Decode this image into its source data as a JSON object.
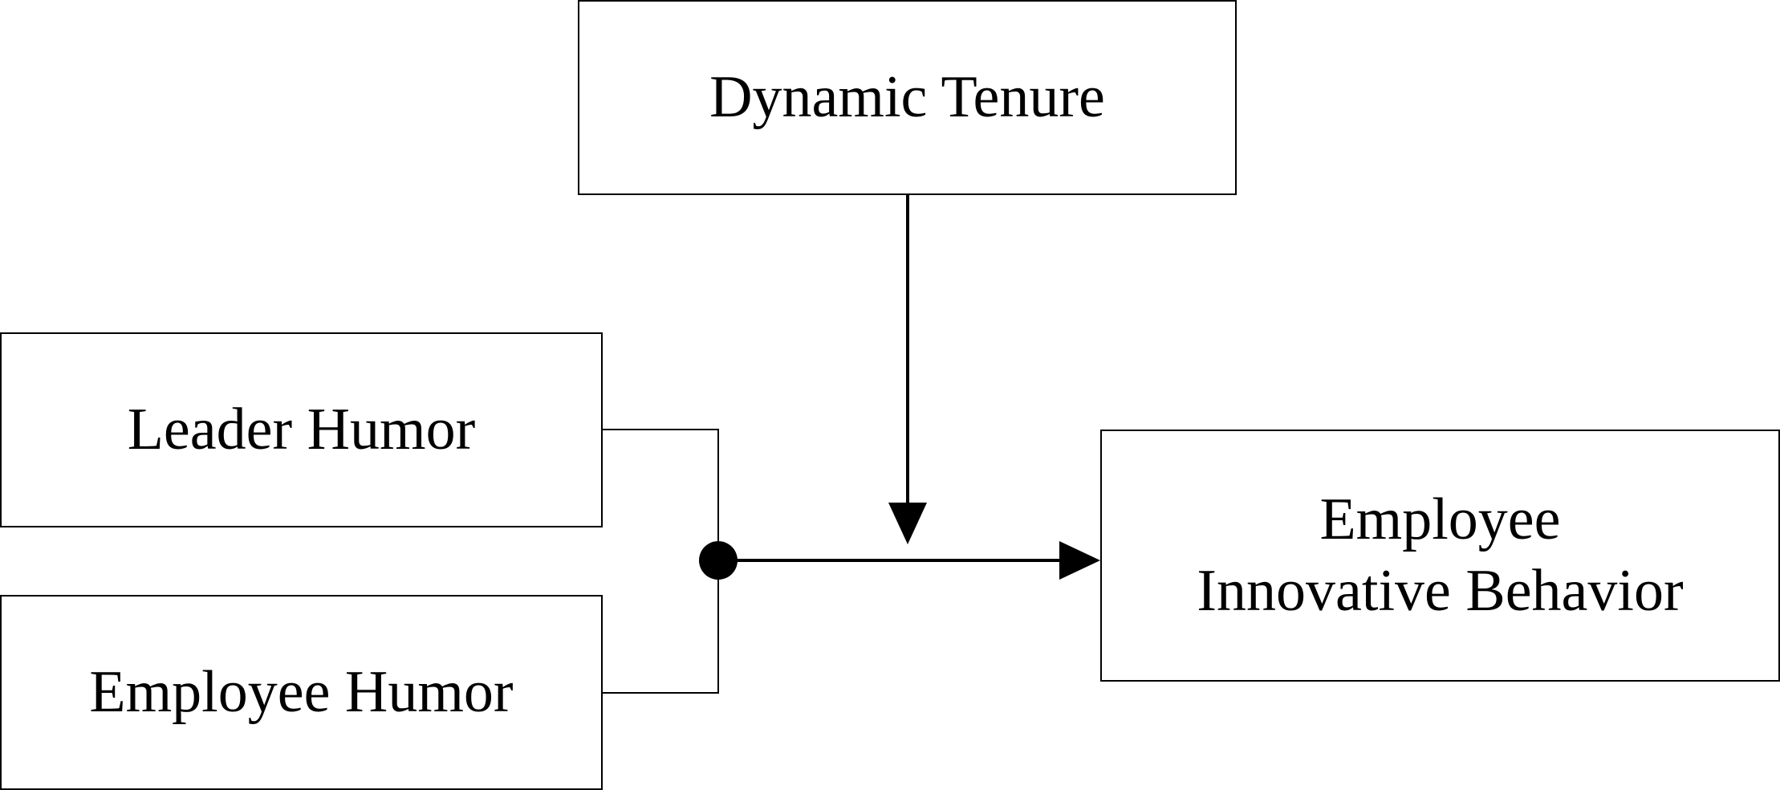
{
  "diagram": {
    "moderator": {
      "label": "Dynamic Tenure"
    },
    "predictors": [
      {
        "label": "Leader Humor"
      },
      {
        "label": "Employee Humor"
      }
    ],
    "outcome": {
      "line1": "Employee",
      "line2": "Innovative Behavior"
    },
    "colors": {
      "line": "#000000",
      "box_fill": "#ffffff"
    }
  }
}
